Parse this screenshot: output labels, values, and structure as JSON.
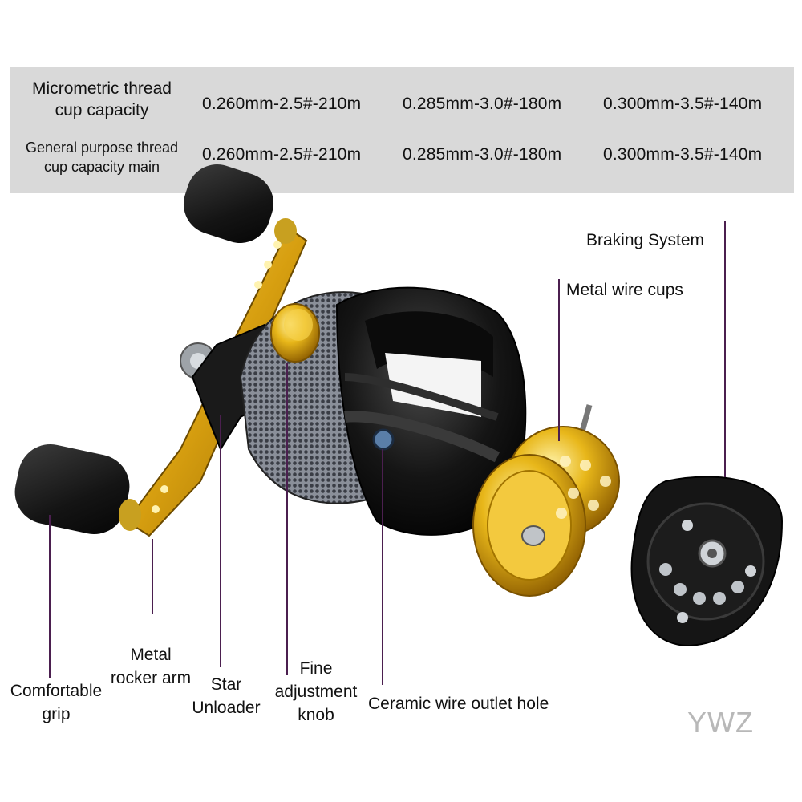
{
  "spec_table": {
    "rows": [
      {
        "label": "Micrometric thread cup capacity",
        "label_line1": "Micrometric thread",
        "label_line2": "cup capacity",
        "values": [
          "0.260mm-2.5#-210m",
          "0.285mm-3.0#-180m",
          "0.300mm-3.5#-140m"
        ]
      },
      {
        "label": "General purpose thread cup capacity main",
        "label_line1": "General purpose thread",
        "label_line2": "cup capacity main",
        "values": [
          "0.260mm-2.5#-210m",
          "0.285mm-3.0#-180m",
          "0.300mm-3.5#-140m"
        ]
      }
    ]
  },
  "callouts": {
    "braking_system": "Braking System",
    "metal_wire_cups": "Metal wire cups",
    "metal_rocker_arm": {
      "line1": "Metal",
      "line2": "rocker arm"
    },
    "comfortable_grip": {
      "line1": "Comfortable",
      "line2": "grip"
    },
    "star_unloader": {
      "line1": "Star",
      "line2": "Unloader"
    },
    "fine_adjustment_knob": {
      "line1": "Fine",
      "line2": "adjustment",
      "line3": "knob"
    },
    "ceramic_wire_outlet_hole": "Ceramic wire outlet hole"
  },
  "watermark": "YWZ",
  "colors": {
    "table_background": "#d9d9d9",
    "callout_line": "#4b1f4f",
    "gold": "#e0b21a",
    "reel_black": "#141414"
  }
}
